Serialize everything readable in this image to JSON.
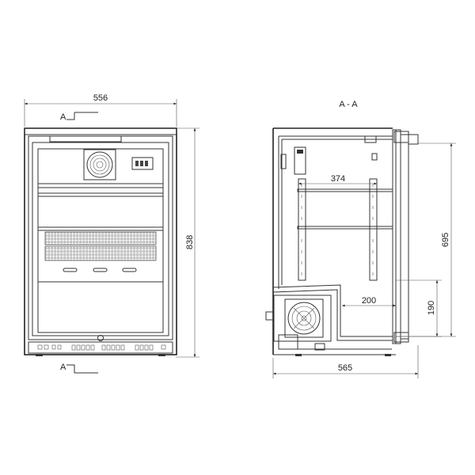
{
  "front_view": {
    "width_label": "556",
    "height_label": "838",
    "section_marker_top": "A",
    "section_marker_bottom": "A"
  },
  "side_section": {
    "title": "A - A",
    "depth_label": "565",
    "height_label": "695",
    "shelf_depth_label": "374",
    "step_width_label": "200",
    "step_height_label": "190"
  }
}
